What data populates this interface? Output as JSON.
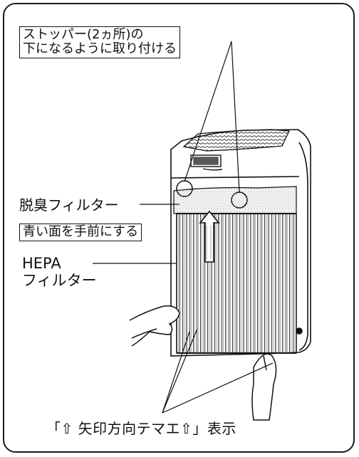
{
  "labels": {
    "stopper_line1": "ストッパー(2ヵ所)の",
    "stopper_line2": "下になるように取り付ける",
    "deodorizing_filter": "脱臭フィルター",
    "blue_side": "青い面を手前にする",
    "hepa_line1": "HEPA",
    "hepa_line2": "フィルター",
    "arrow_display": "「⇧ 矢印方向テマエ⇧」表示"
  },
  "icons": [
    "up-arrow-icon"
  ],
  "colors": {
    "ink": "#111111",
    "background": "#ffffff"
  }
}
